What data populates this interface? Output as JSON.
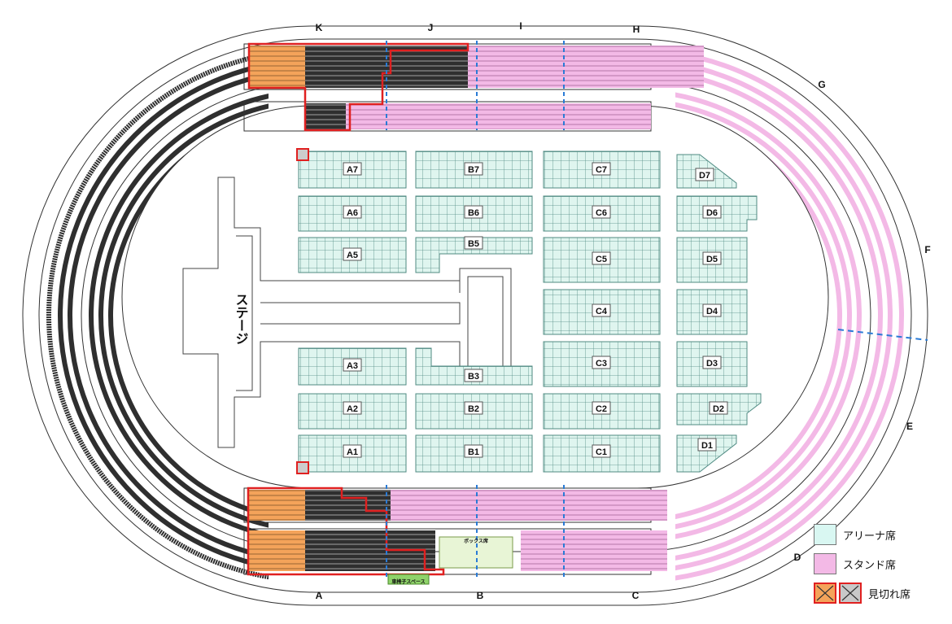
{
  "stage_label": "ステージ",
  "arena_blocks": {
    "A": [
      "A7",
      "A6",
      "A5",
      "A3",
      "A2",
      "A1"
    ],
    "B": [
      "B7",
      "B6",
      "B5",
      "B3",
      "B2",
      "B1"
    ],
    "C": [
      "C7",
      "C6",
      "C5",
      "C4",
      "C3",
      "C2",
      "C1"
    ],
    "D": [
      "D7",
      "D6",
      "D5",
      "D4",
      "D3",
      "D2",
      "D1"
    ]
  },
  "gates": {
    "top": [
      "K",
      "J",
      "I",
      "H"
    ],
    "right_upper": "G",
    "right": "F",
    "right_lower": "E",
    "bottom_right": "D",
    "bottom": [
      "A",
      "B",
      "C"
    ]
  },
  "box_seat_label": "ボックス席",
  "wheelchair_label": "車椅子スペース",
  "legend": [
    {
      "label": "アリーナ席",
      "color": "#d9f7f2"
    },
    {
      "label": "スタンド席",
      "color": "#f3b9e6"
    },
    {
      "label": "見切れ席",
      "color": "#f4a35a"
    }
  ],
  "colors": {
    "arena": "#dff5ef",
    "arena_grid": "#4f8a82",
    "stand": "#f3b9e6",
    "stand_dark": "#3a3a3a",
    "obstructed_border": "#e02020",
    "obstructed_fill": "#f4a35a",
    "section_divider": "#2a7bd6"
  }
}
